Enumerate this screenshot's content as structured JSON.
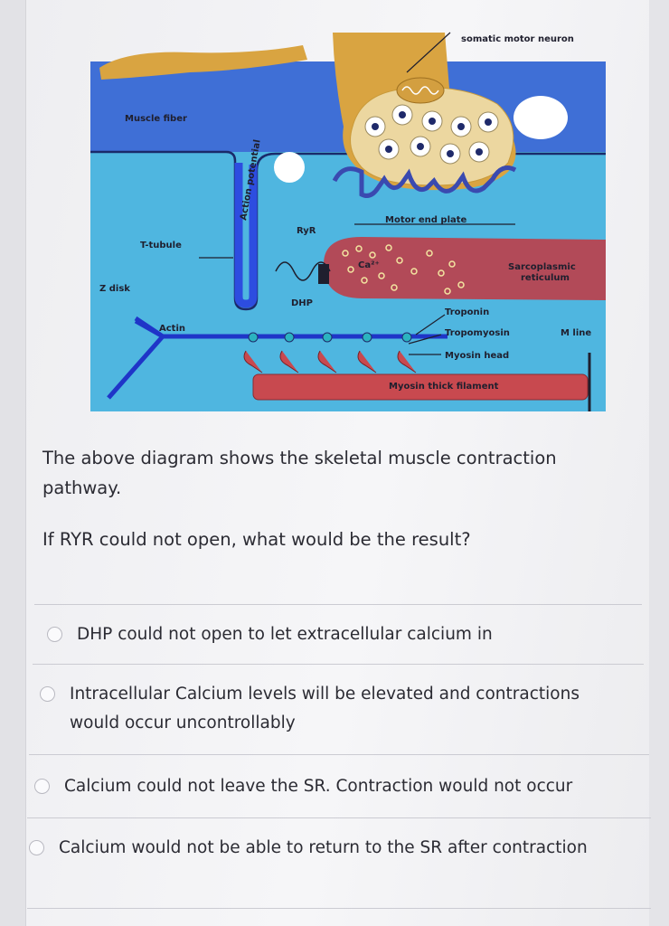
{
  "diagram": {
    "labels": {
      "somatic_motor_neuron": "somatic motor neuron",
      "muscle_fiber": "Muscle fiber",
      "action_potential": "Action potential",
      "ryr": "RyR",
      "motor_end_plate": "Motor end plate",
      "t_tubule": "T-tubule",
      "ca": "Ca²⁺",
      "sarcoplasmic_reticulum_1": "Sarcoplasmic",
      "sarcoplasmic_reticulum_2": "reticulum",
      "z_disk": "Z disk",
      "dhp": "DHP",
      "troponin": "Troponin",
      "actin": "Actin",
      "tropomyosin": "Tropomyosin",
      "m_line": "M line",
      "myosin_head": "Myosin head",
      "myosin_thick_filament": "Myosin thick filament"
    },
    "colors": {
      "muscle_top": "#3f6fd6",
      "muscle_body": "#4fb6e0",
      "neuron": "#d9a441",
      "terminal": "#ecd7a0",
      "sr": "#b24a58",
      "actin": "#1f35c8",
      "myosin": "#c8494f"
    }
  },
  "question": {
    "intro": "The above diagram shows the skeletal muscle contraction pathway.",
    "prompt": "If RYR could not open, what would be the result?"
  },
  "options": [
    {
      "label": "DHP could not open to let extracellular calcium in"
    },
    {
      "label": "Intracellular Calcium levels will be elevated and contractions would occur uncontrollably"
    },
    {
      "label": "Calcium could not leave the SR. Contraction would not occur"
    },
    {
      "label": "Calcium would not be able to return to the SR after contraction"
    }
  ]
}
